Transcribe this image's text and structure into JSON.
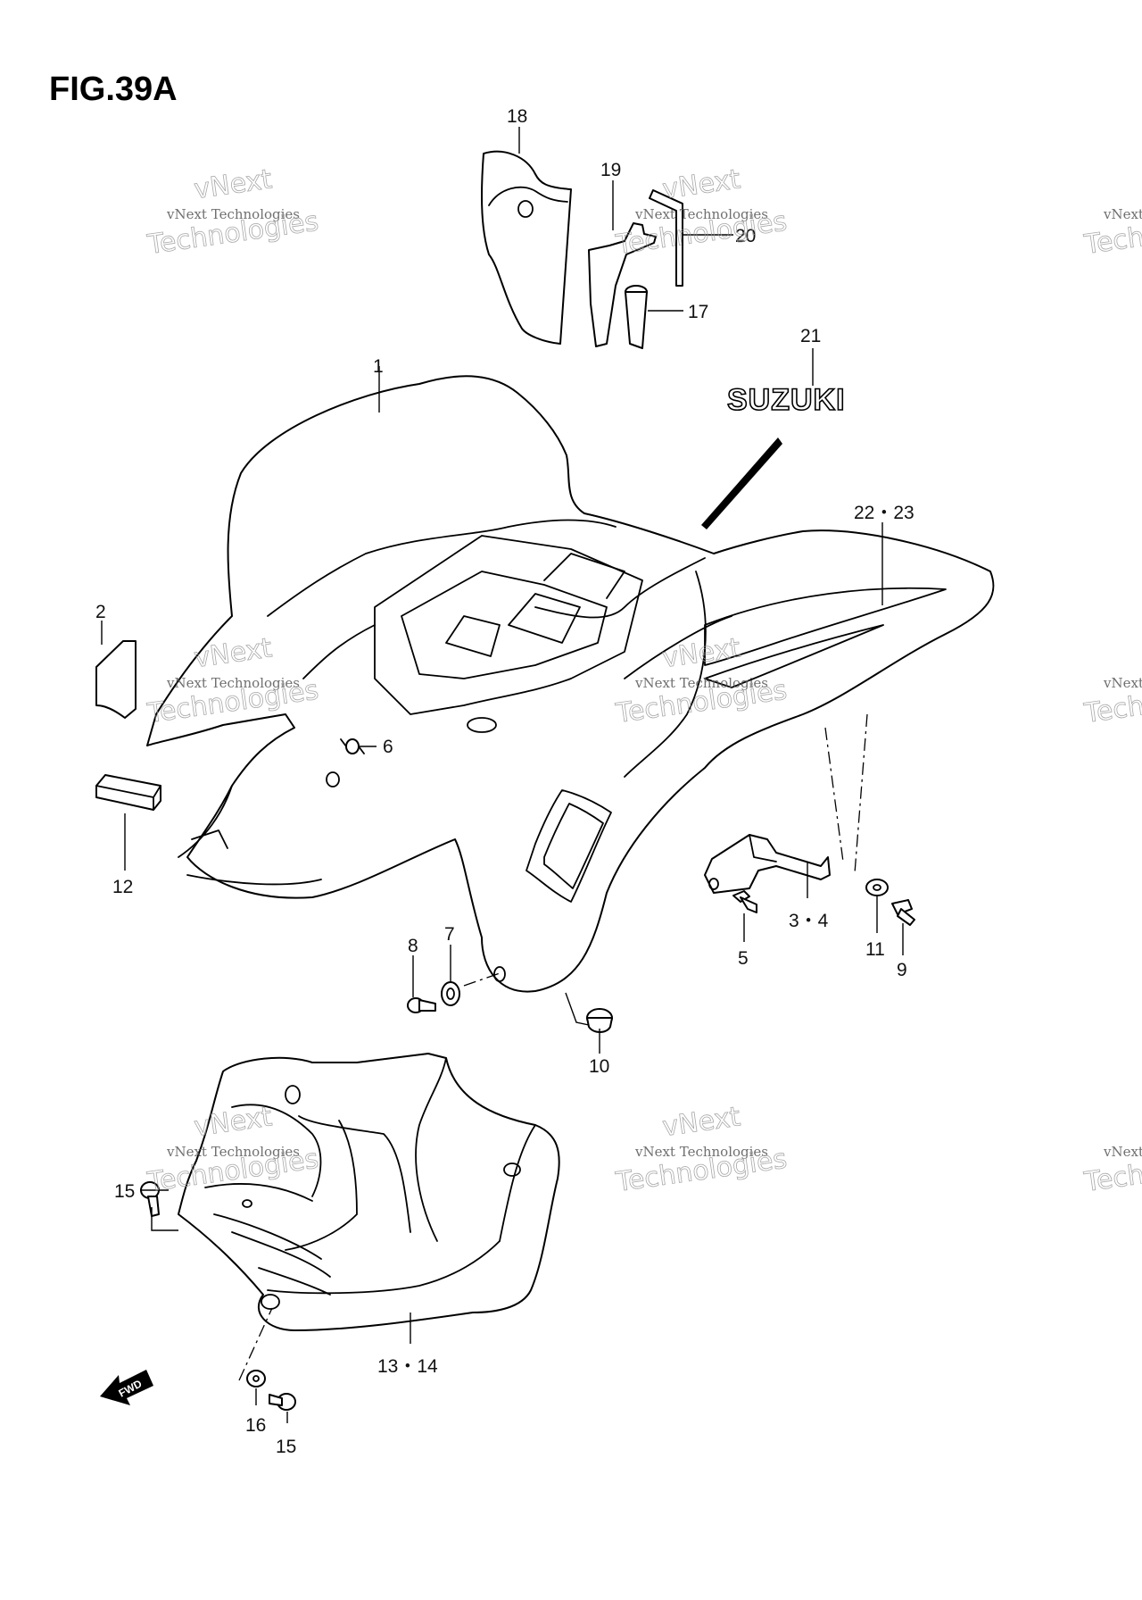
{
  "figure": {
    "title": "FIG.39A"
  },
  "callouts": {
    "c1": "1",
    "c2": "2",
    "c3": "3・4",
    "c5": "5",
    "c6": "6",
    "c7": "7",
    "c8": "8",
    "c9": "9",
    "c10": "10",
    "c11": "11",
    "c12": "12",
    "c13": "13・14",
    "c15a": "15",
    "c15b": "15",
    "c16": "16",
    "c17": "17",
    "c18": "18",
    "c19": "19",
    "c20": "20",
    "c21": "21",
    "c22": "22・23"
  },
  "decal_text": "SUZUKI",
  "direction_marker": "FWD",
  "watermark": {
    "line1": "vNext Technologies",
    "line2": "vNext",
    "line3": "Technologies"
  }
}
